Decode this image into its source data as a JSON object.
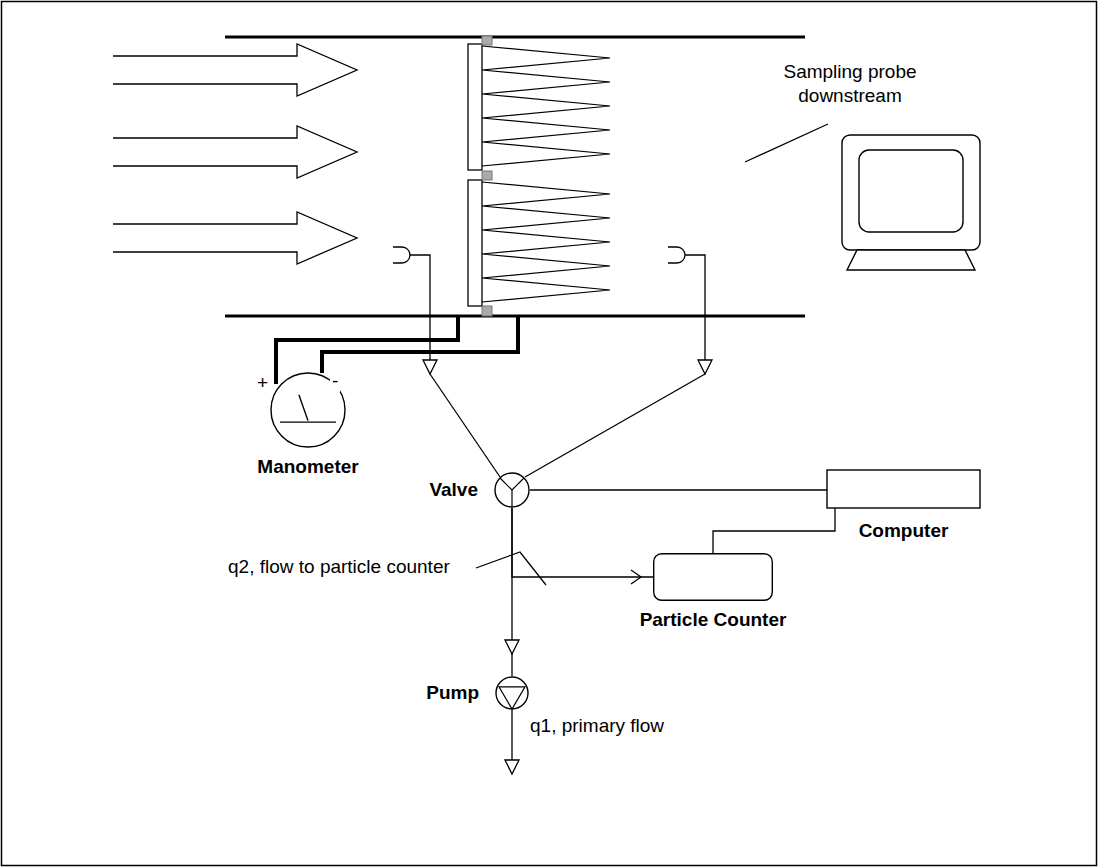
{
  "diagram": {
    "nodes": [
      {
        "text": [
          "Manometer"
        ]
      },
      {
        "text": [
          "Valve"
        ]
      },
      {
        "text": [
          "Computer"
        ]
      },
      {
        "text": [
          "Particle Counter"
        ]
      },
      {
        "text": [
          "Pump"
        ]
      }
    ],
    "edges": [
      {
        "from": 1,
        "to": 4,
        "arrow": "to"
      },
      {
        "from": 1,
        "to": 3,
        "arrow": "to"
      },
      {
        "from": 1,
        "to": 2,
        "arrow": "none"
      },
      {
        "from": 3,
        "to": 2,
        "arrow": "none"
      }
    ],
    "labels": [
      "Sampling probe downstream",
      "+",
      "-",
      "q2, flow to particle counter",
      "q1, primary flow"
    ]
  }
}
